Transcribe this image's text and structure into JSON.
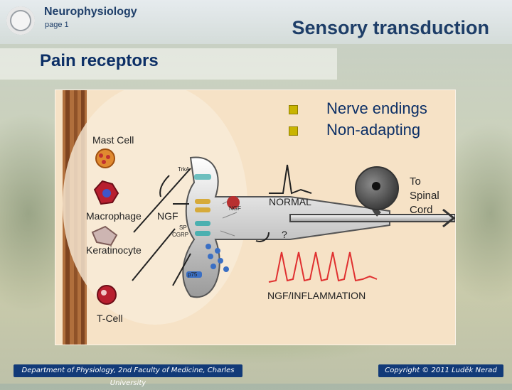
{
  "header": {
    "app_title": "Neurophysiology",
    "page_label": "page 1",
    "slide_title": "Sensory transduction"
  },
  "section": {
    "title": "Pain receptors"
  },
  "bullets": [
    "Nerve endings",
    "Non-adapting"
  ],
  "figure": {
    "cells": [
      "Mast Cell",
      "Macrophage",
      "Keratinocyte",
      "T-Cell"
    ],
    "ngf": "NGF",
    "trka": "TrkA",
    "ngf_small": "NGF",
    "sp_cgrp": [
      "SP",
      "CGRP"
    ],
    "p75": "p75",
    "question": "?",
    "normal": "NORMAL",
    "inflammation": "NGF/INFLAMMATION",
    "spinal": [
      "To",
      "Spinal",
      "Cord"
    ]
  },
  "footer": {
    "left": "Department of Physiology, 2nd Faculty of Medicine, Charles University",
    "right": "Copyright © 2011 Luděk Nerad"
  },
  "colors": {
    "title_blue": "#1e3e68",
    "footer_blue": "#123a78",
    "bullet_yellow": "#c9b400",
    "figure_bg": "#f6e2c6"
  }
}
